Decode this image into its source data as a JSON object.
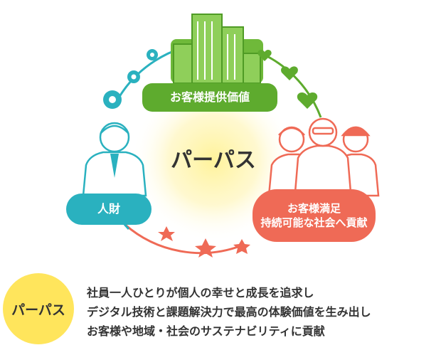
{
  "diagram": {
    "center_label": "パーパス",
    "value_label": "お客様提供価値",
    "people_label": "人財",
    "satisfaction_line1": "お客様満足",
    "satisfaction_line2": "持続可能な社会へ貢献",
    "colors": {
      "green": "#5eab2e",
      "teal": "#2ab1bf",
      "coral": "#ef6a56",
      "yellow_glow": "#fff39a"
    },
    "icons": [
      "buildings-icon",
      "gear-icon",
      "heart-icon",
      "person-icon",
      "staff-group-icon",
      "sparkle-icon"
    ]
  },
  "purpose": {
    "badge": "パーパス",
    "lines": [
      "社員一人ひとりが個人の幸せと成長を追求し",
      "デジタル技術と課題解決力で最高の体験価値を生み出し",
      "お客様や地域・社会のサステナビリティに貢献"
    ]
  }
}
